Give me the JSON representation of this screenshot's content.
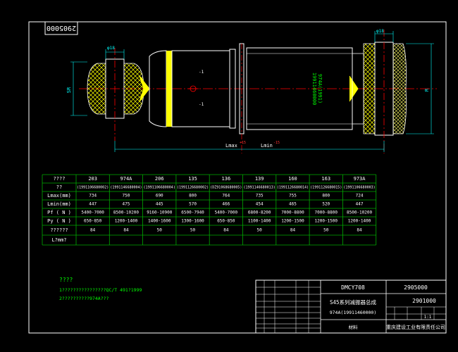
{
  "stamp": "2905000",
  "drawing": {
    "dim_phi_left": "φ18",
    "dim_phi_right": "φ18",
    "dim_bore_left": "SR",
    "dim_bore_right": "R",
    "dim_lmax": "Lmax",
    "dim_lmin": "Lmin",
    "tol_lmax": "+15",
    "tol_lmin": "-15",
    "cylinder_label_1": "974A(1991)",
    "cylinder_label_2": "19911460000"
  },
  "table": {
    "corner_header": "????",
    "sub_header": "??",
    "models": [
      "203",
      "974A",
      "206",
      "135",
      "136",
      "139",
      "160",
      "163",
      "973A"
    ],
    "codes": [
      "(1991106680002)",
      "(1991146680004)",
      "(1991106680004)",
      "(1991126680002)",
      "(DZ91068680005)",
      "(1991146680013)",
      "(1991126680014)",
      "(1991126680015)",
      "(1991106680003)"
    ],
    "rows": [
      {
        "label": "Lmax(mm)",
        "values": [
          "734",
          "750",
          "690",
          "800",
          "764",
          "735",
          "755",
          "800",
          "724"
        ]
      },
      {
        "label": "Lmin(mm)",
        "values": [
          "447",
          "475",
          "445",
          "570",
          "466",
          "454",
          "465",
          "520",
          "447"
        ]
      },
      {
        "label": "Pf ( N )",
        "values": [
          "5400-7000",
          "8500-10200",
          "9160-10900",
          "6500-7940",
          "5400-7000",
          "6800-8200",
          "7000-8800",
          "7000-8800",
          "8500-10200"
        ]
      },
      {
        "label": "Py ( N )",
        "values": [
          "650-850",
          "1200-1400",
          "1400-1600",
          "1300-1600",
          "650-850",
          "1100-1400",
          "1200-1500",
          "1200-1500",
          "1200-1400"
        ]
      },
      {
        "label": "??????",
        "values": [
          "84",
          "84",
          "50",
          "50",
          "84",
          "50",
          "84",
          "50",
          "84"
        ]
      },
      {
        "label": "L?mm?",
        "values": [
          "",
          "",
          "",
          "",
          "",
          "",
          "",
          "",
          ""
        ]
      }
    ]
  },
  "notes": {
    "title": "????",
    "line1": "1????????????????QC/T 491?1999",
    "line2": "2??????????974A???"
  },
  "titleblock": {
    "model": "DMCY708",
    "drawing_no": "2905000",
    "name": "S45系列减振器总成",
    "sub_name": "974A(19911460000)",
    "scale": "1:1",
    "part_no": "2901000",
    "company": "重庆建设工业有限责任公司",
    "material_label": "材料"
  },
  "colors": {
    "background": "#000000",
    "frame": "#ffffff",
    "table_lines": "#00aa00",
    "text": "#ffffff",
    "body": "#ffffff",
    "dim": "#00ffff",
    "hatch": "#ffff00",
    "yellow": "#ffff00",
    "red": "#ff0000"
  }
}
